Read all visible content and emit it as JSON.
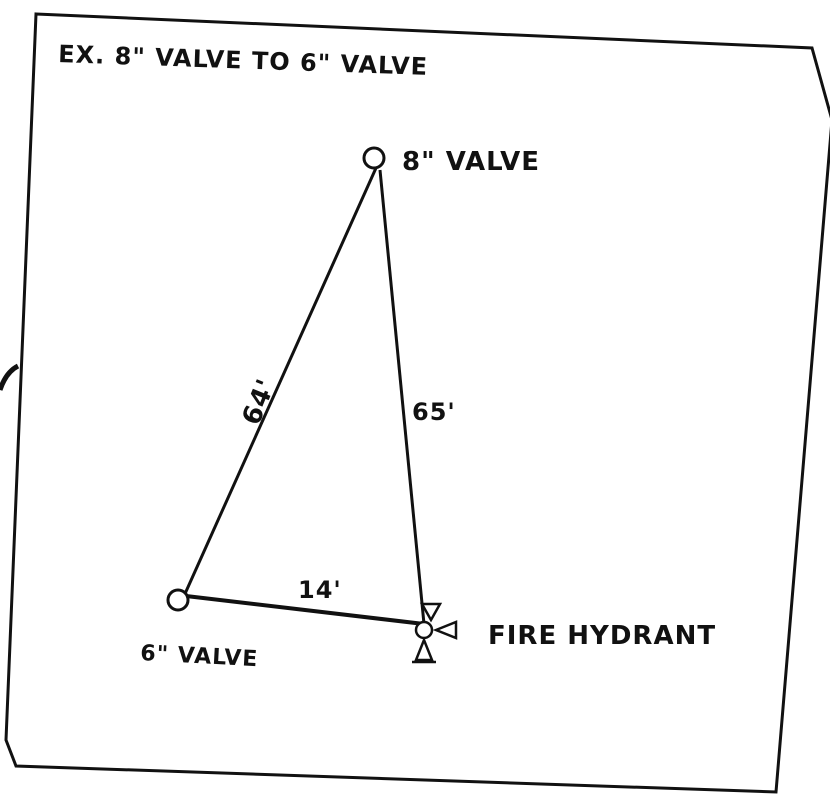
{
  "title": "EX. 8\" VALVE TO 6\" VALVE",
  "nodes": {
    "top_valve_label": "8\" VALVE",
    "bottom_left_valve_label": "6\" VALVE",
    "hydrant_label": "FIRE HYDRANT"
  },
  "distances": {
    "left_edge": "64'",
    "right_edge": "65'",
    "bottom_edge": "14'"
  },
  "colors": {
    "ink": "#111111",
    "paper": "#ffffff"
  }
}
